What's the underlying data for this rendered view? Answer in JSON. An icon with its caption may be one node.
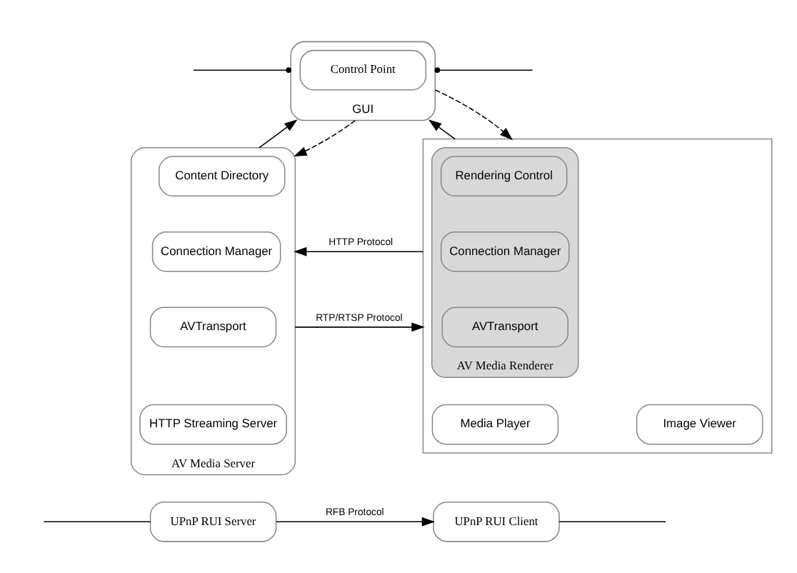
{
  "diagram": {
    "nodes": [
      {
        "text": [
          "GUI"
        ]
      },
      {
        "text": [
          "Control Point"
        ],
        "in": 0
      },
      {
        "text": [
          "AV Media Server"
        ]
      },
      {
        "text": [
          "Content Directory"
        ],
        "in": 2
      },
      {
        "text": [
          "Connection Manager"
        ],
        "in": 2
      },
      {
        "text": [
          "AVTransport"
        ],
        "in": 2
      },
      {
        "text": [
          "HTTP Streaming Server"
        ],
        "in": 2
      },
      {
        "text": [],
        "shape": "box"
      },
      {
        "text": [
          "AV Media Renderer"
        ],
        "in": 7
      },
      {
        "text": [
          "Rendering Control"
        ],
        "in": 8
      },
      {
        "text": [
          "Connection Manager"
        ],
        "in": 8
      },
      {
        "text": [
          "AVTransport"
        ],
        "in": 8
      },
      {
        "text": [
          "Media Player"
        ],
        "in": 7
      },
      {
        "text": [
          "Image Viewer"
        ],
        "in": 7
      },
      {
        "text": [
          "UPnP RUI Server"
        ]
      },
      {
        "text": [
          "UPnP RUI Client"
        ]
      }
    ],
    "edges": [
      {
        "from": null,
        "to": 0,
        "arrow": "other"
      },
      {
        "from": 0,
        "to": null,
        "arrow": "other"
      },
      {
        "from": 2,
        "to": 0,
        "arrow": "to"
      },
      {
        "from": 0,
        "to": 2,
        "arrow": "to",
        "style": "dashed"
      },
      {
        "from": 7,
        "to": 0,
        "arrow": "to"
      },
      {
        "from": 0,
        "to": 7,
        "arrow": "to",
        "style": "dashed"
      },
      {
        "from": 7,
        "to": 2,
        "arrow": "to",
        "label": "HTTP Protocol"
      },
      {
        "from": 2,
        "to": 7,
        "arrow": "to",
        "label": "RTP/RTSP Protocol"
      },
      {
        "from": null,
        "to": 14,
        "arrow": "none"
      },
      {
        "from": 14,
        "to": 15,
        "arrow": "to",
        "label": "RFB Protocol"
      },
      {
        "from": 15,
        "to": null,
        "arrow": "none"
      }
    ]
  }
}
